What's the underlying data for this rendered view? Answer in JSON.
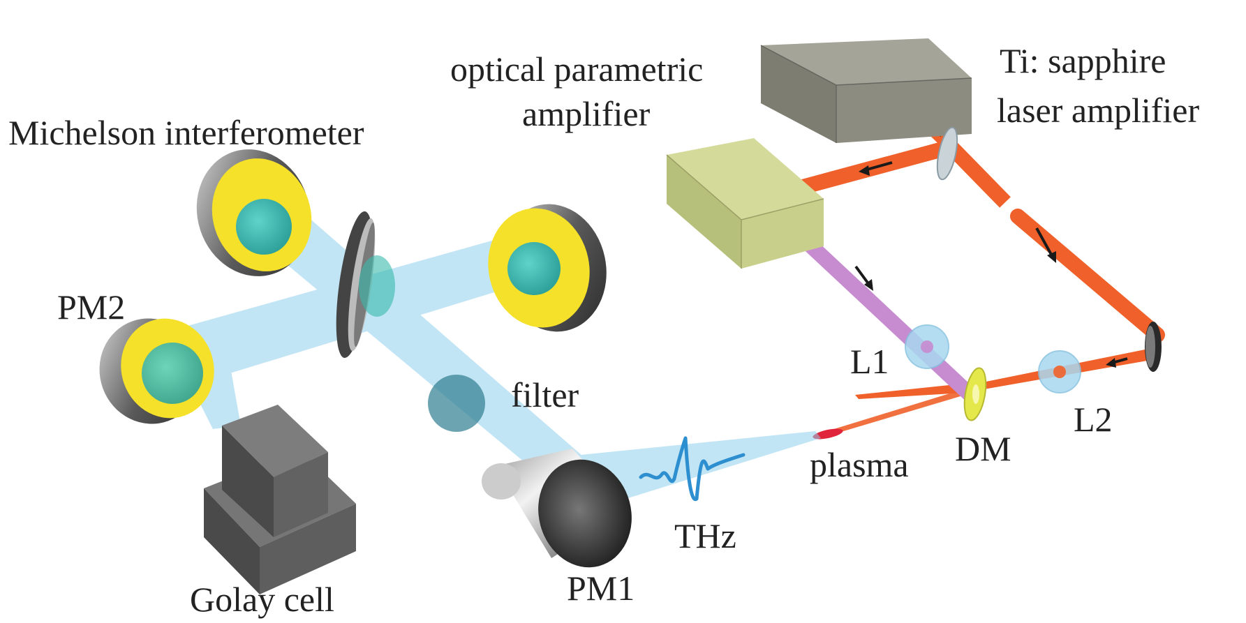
{
  "labels": {
    "opa_line1": "optical parametric",
    "opa_line2": "amplifier",
    "ti_line1": "Ti: sapphire",
    "ti_line2": "laser amplifier",
    "michelson": "Michelson interferometer",
    "pm2": "PM2",
    "pm1": "PM1",
    "filter": "filter",
    "golay": "Golay cell",
    "thz": "THz",
    "plasma": "plasma",
    "l1": "L1",
    "l2": "L2",
    "dm": "DM"
  },
  "colors": {
    "pump_beam": "#f0602a",
    "opa_beam": "#c78bd0",
    "thz_beam": "#8fd0ec",
    "mirror_face": "#f5e12a",
    "mirror_center": "#38b9ad",
    "opa_box": "#c7cf8a",
    "laser_box": "#8c8c80",
    "golay_box": "#555555",
    "lens": "#a9d8f0",
    "dichroic": "#e4e84a",
    "plasma": "#e0243c"
  }
}
